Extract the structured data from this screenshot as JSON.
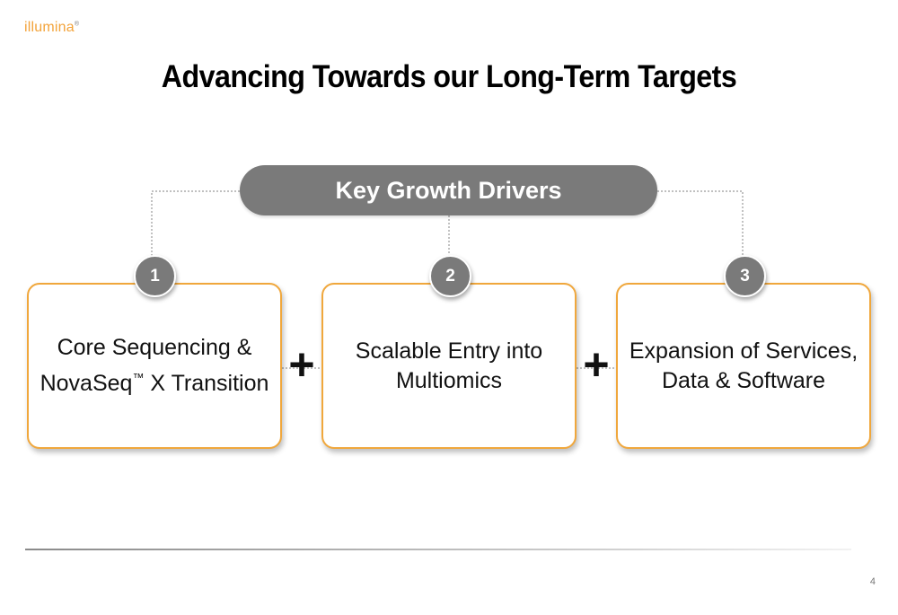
{
  "logo": {
    "text": "illumina",
    "mark": "®",
    "accent_color": "#f3a33a",
    "text_color": "#7a7a7a"
  },
  "title": "Advancing Towards our Long-Term Targets",
  "drivers_header": "Key Growth Drivers",
  "drivers": [
    {
      "number": "1",
      "line1": "Core Sequencing &",
      "line2_prefix": "NovaSeq",
      "trademark": "™",
      "line2_suffix": " X Transition"
    },
    {
      "number": "2",
      "line1": "Scalable Entry into",
      "line2": "Multiomics"
    },
    {
      "number": "3",
      "line1": "Expansion of Services,",
      "line2": "Data & Software"
    }
  ],
  "operators": [
    "+",
    "+"
  ],
  "page_number": "4",
  "colors": {
    "accent": "#f0a73c",
    "pill": "#7a7a7a",
    "title": "#000000"
  }
}
